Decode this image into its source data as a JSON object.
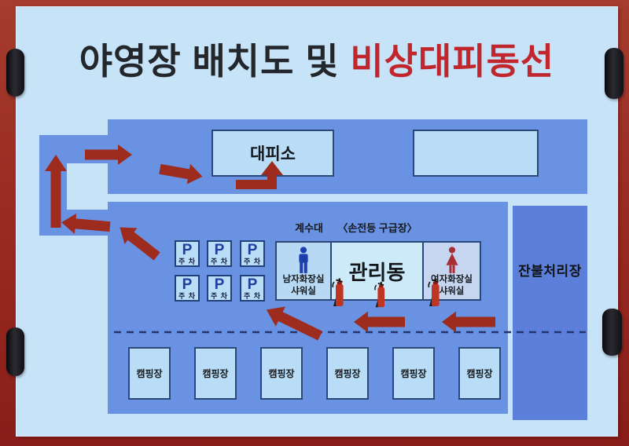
{
  "sign": {
    "title_black": "야영장 배치도 및",
    "title_red": "비상대피동선",
    "shelter_label": "대피소",
    "sink_label": "계수대",
    "flashlight_label": "〈손전등 구급장〉",
    "ember_area_label": "잔불처리장",
    "building_label": "관리동",
    "male_restroom_line1": "남자화장실",
    "male_restroom_line2": "샤워실",
    "female_restroom_line1": "여자화장실",
    "female_restroom_line2": "샤워실",
    "parking_p": "P",
    "parking_sub": "주 차",
    "parking_count": 6,
    "camping_label": "캠핑장",
    "camping_count": 6
  },
  "colors": {
    "frame_red": "#9c2d24",
    "board_blue": "#c7e3f8",
    "road_blue": "#6992e2",
    "ember_blue": "#5c80da",
    "box_fill": "#b9ddf6",
    "box_border": "#2b4878",
    "arrow_red": "#9e2c1e",
    "title_red": "#c2262d",
    "title_black": "#23272b",
    "parking_p_blue": "#1e3ea0",
    "male_icon_blue": "#1d3fae",
    "female_icon_red": "#a92d35",
    "extinguisher_red": "#c03522"
  }
}
